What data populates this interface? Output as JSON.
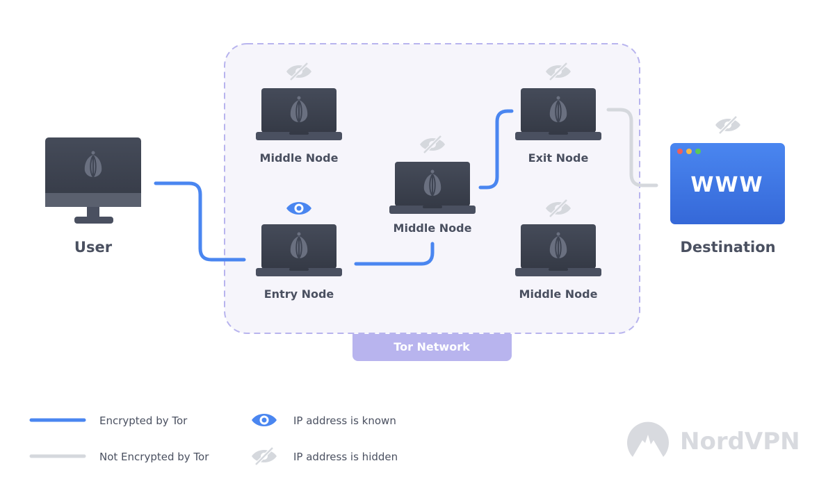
{
  "nodes": {
    "user": "User",
    "destination": "Destination",
    "www": "WWW",
    "top_middle": "Middle Node",
    "entry": "Entry Node",
    "center_middle": "Middle Node",
    "exit": "Exit Node",
    "bottom_middle": "Middle Node"
  },
  "network_label": "Tor Network",
  "legend": {
    "encrypted": "Encrypted by Tor",
    "not_encrypted": "Not Encrypted by Tor",
    "ip_known": "IP address is known",
    "ip_hidden": "IP address is hidden"
  },
  "brand": "NordVPN",
  "colors": {
    "encrypted": "#4a86f0",
    "not_encrypted": "#d5d8dd",
    "network": "#b8b4ee",
    "device": "#3e4452"
  }
}
